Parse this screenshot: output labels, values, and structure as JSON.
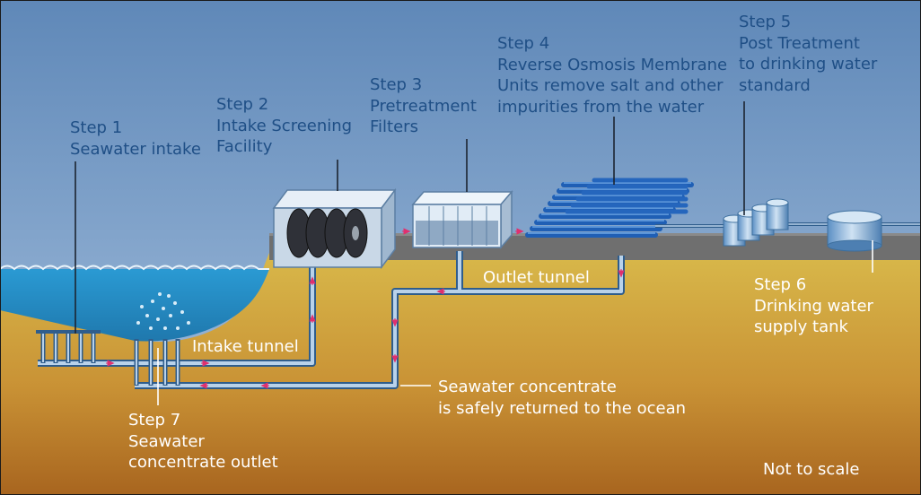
{
  "colors": {
    "sky_top": "#5f88b8",
    "sky_bottom": "#a9c3e0",
    "sea": "#2d8fc5",
    "ground_top": "#d8b84a",
    "ground_bottom": "#b06d22",
    "road": "#707070",
    "label_dark": "#1f4f86",
    "label_light": "#ffffff",
    "flow_arrow": "#e0306e",
    "membrane": "#1f5fb5"
  },
  "labels": {
    "step1": [
      "Step 1",
      "Seawater intake"
    ],
    "step2": [
      "Step 2",
      "Intake Screening",
      "Facility"
    ],
    "step3": [
      "Step 3",
      "Pretreatment",
      "Filters"
    ],
    "step4": [
      "Step 4",
      "Reverse Osmosis Membrane",
      "Units remove salt and other",
      "impurities from the water"
    ],
    "step5": [
      "Step 5",
      "Post Treatment",
      "to drinking water",
      "standard"
    ],
    "step6": [
      "Step 6",
      "Drinking water",
      "supply tank"
    ],
    "step7": [
      "Step 7",
      "Seawater",
      "concentrate outlet"
    ],
    "outlet_tunnel": "Outlet tunnel",
    "intake_tunnel": "Intake tunnel",
    "concentrate": [
      "Seawater concentrate",
      "is safely returned to the ocean"
    ],
    "scale_note": "Not to scale"
  }
}
